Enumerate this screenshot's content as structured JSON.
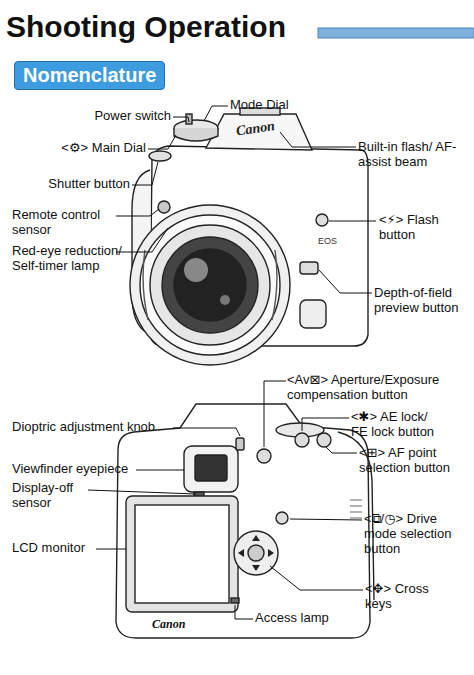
{
  "diagram": {
    "title": "Shooting Operation",
    "nodes": [
      {
        "text": [
          "Nomenclature"
        ]
      }
    ],
    "labels": [
      "Power switch",
      "Mode Dial",
      "<⚙> Main Dial",
      "Built-in flash/ AF-assist beam",
      "Shutter button",
      "Remote control sensor",
      "<⚡> Flash button",
      "Red-eye reduction/ Self-timer lamp",
      "Depth-of-field preview button",
      "<Av⊠> Aperture/Exposure compensation button",
      "Dioptric adjustment knob",
      "<✱> AE lock/ FE lock button",
      "<⊞> AF point selection button",
      "Viewfinder eyepiece",
      "Display-off sensor",
      "<⧉/◷> Drive mode selection button",
      "LCD monitor",
      "<✥> Cross keys",
      "Access lamp",
      "Canon",
      "EOS",
      "Canon"
    ]
  }
}
